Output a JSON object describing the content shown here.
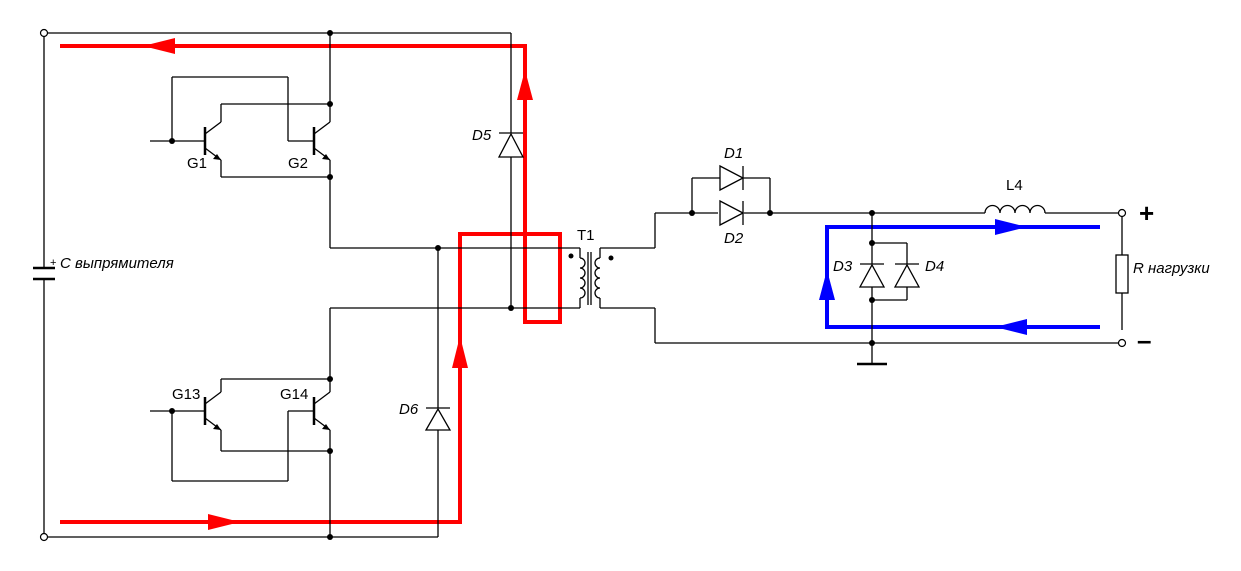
{
  "labels": {
    "g1": "G1",
    "g2": "G2",
    "g13": "G13",
    "g14": "G14",
    "d1": "D1",
    "d2": "D2",
    "d3": "D3",
    "d4": "D4",
    "d5": "D5",
    "d6": "D6",
    "t1": "T1",
    "l4": "L4",
    "capacitor": "С выпрямителя",
    "capacitor_plus": "+",
    "load": "R нагрузки",
    "out_plus": "+",
    "out_minus": "–"
  },
  "colors": {
    "primary_current": "#ff0000",
    "secondary_current": "#0000ff",
    "wire": "#000000"
  }
}
